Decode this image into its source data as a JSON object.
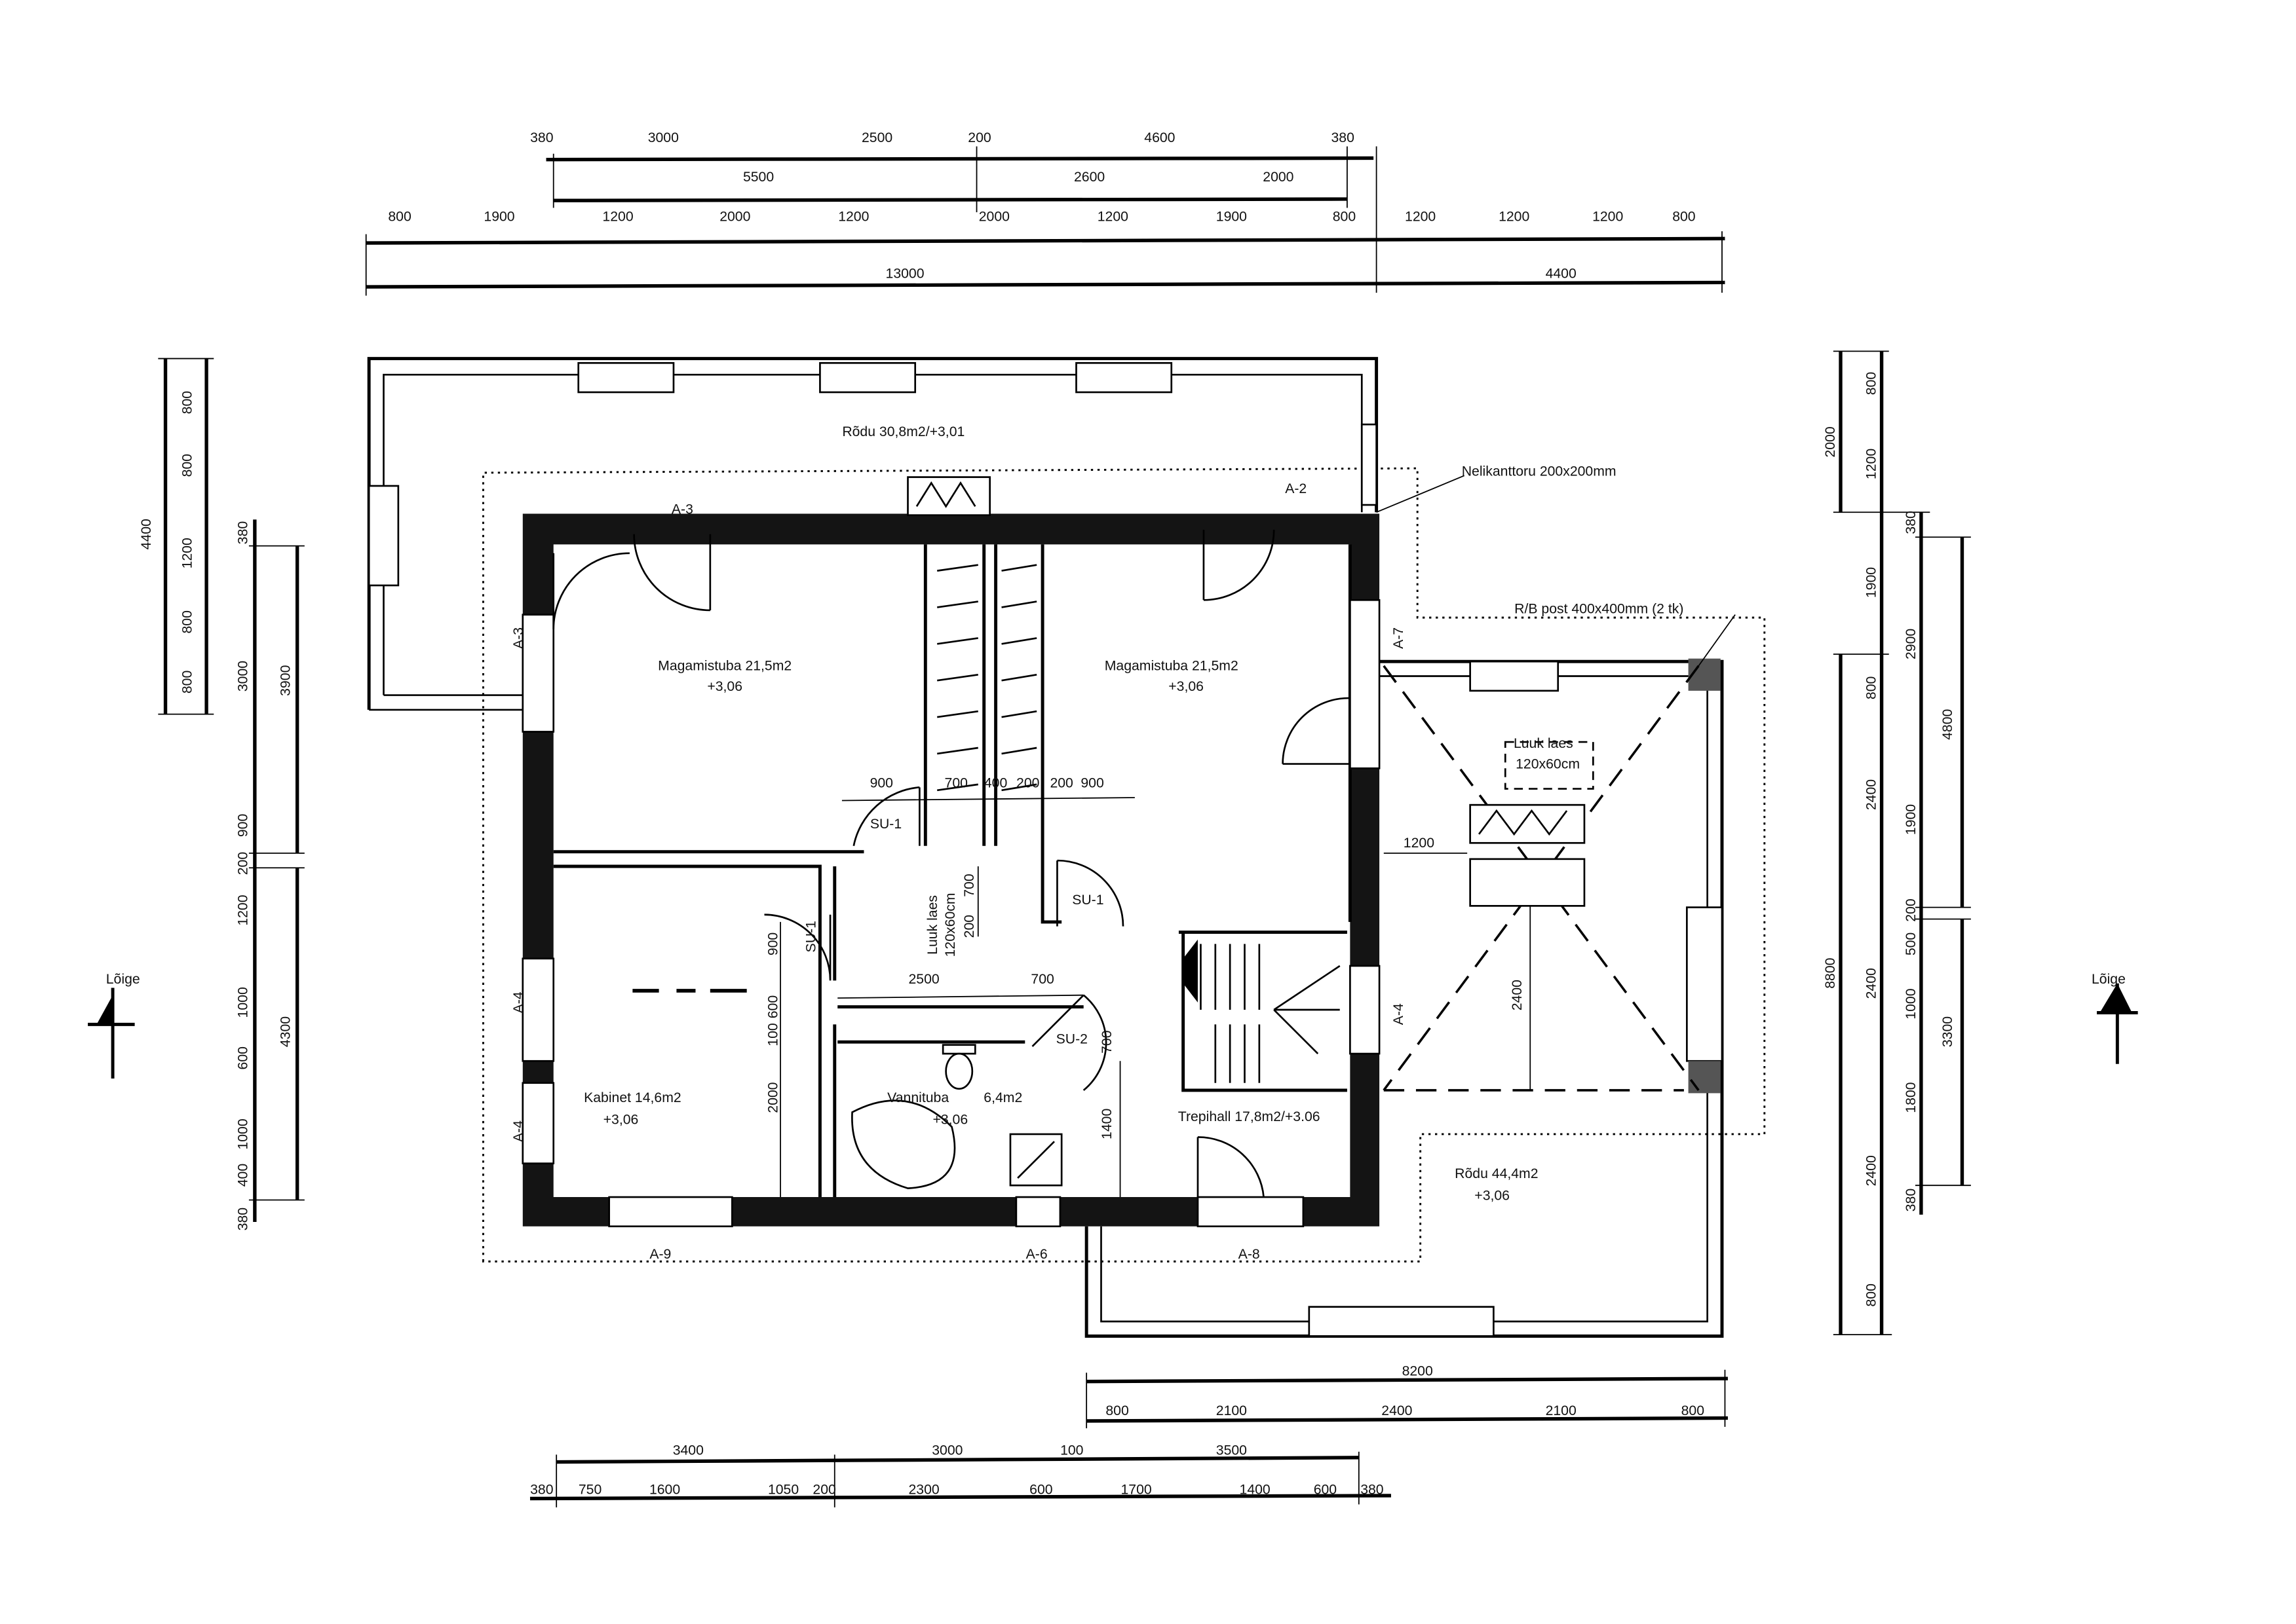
{
  "rooms": [
    {
      "name": "Rõdu 30,8m2/+3,01"
    },
    {
      "name": "Magamistuba 21,5m2",
      "level": "+3,06"
    },
    {
      "name": "Magamistuba 21,5m2",
      "level": "+3,06"
    },
    {
      "name": "Kabinet 14,6m2",
      "level": "+3,06"
    },
    {
      "name": "Vannituba",
      "area": "6,4m2",
      "level": "+3,06"
    },
    {
      "name": "Trepihall 17,8m2/+3.06"
    },
    {
      "name": "Rõdu 44,4m2",
      "level": "+3,06"
    }
  ],
  "annotations": {
    "chimney_pipe": "Nelikanttoru 200x200mm",
    "post": "R/B post 400x400mm (2 tk)",
    "hatch_1_title": "Luuk laes",
    "hatch_1_size": "120x60cm",
    "hatch_2_title": "Luuk laes",
    "hatch_2_size": "120x60cm",
    "section_left": "Lõige",
    "section_right": "Lõige"
  },
  "axis_labels": [
    "A-3",
    "A-2",
    "A-3",
    "A-7",
    "A-4",
    "A-4",
    "A-4",
    "A-9",
    "A-6",
    "A-8"
  ],
  "door_labels": [
    "SU-1",
    "SU-1",
    "SU-1",
    "SU-2"
  ],
  "dimensions": {
    "top_row1": [
      "380",
      "3000",
      "2500",
      "200",
      "4600",
      "380"
    ],
    "top_row2": [
      "5500",
      "2600",
      "2000"
    ],
    "top_row3": [
      "800",
      "1900",
      "1200",
      "2000",
      "1200",
      "2000",
      "1200",
      "1900",
      "800",
      "1200",
      "1200",
      "1200",
      "800"
    ],
    "top_total": [
      "13000",
      "4400"
    ],
    "left_outer": [
      "4400"
    ],
    "left_balcony": [
      "800",
      "800",
      "1200",
      "800",
      "800"
    ],
    "left_chain": [
      "380",
      "3000",
      "900",
      "200",
      "1200",
      "1000",
      "600",
      "1000",
      "400",
      "380"
    ],
    "left_rooms": [
      "3900",
      "4300"
    ],
    "right_outer": [
      "2000",
      "8800"
    ],
    "right_chain": [
      "800",
      "1200",
      "1900",
      "800",
      "2400",
      "2400",
      "2400",
      "800"
    ],
    "right_inner": [
      "380",
      "2900",
      "1900",
      "200",
      "500",
      "1000",
      "1800",
      "380"
    ],
    "right_rooms": [
      "4800",
      "3300"
    ],
    "bottom_total": [
      "8200"
    ],
    "bottom_balcony": [
      "800",
      "2100",
      "2400",
      "2100",
      "800"
    ],
    "bottom_rooms": [
      "3400",
      "3000",
      "100",
      "3500"
    ],
    "bottom_chain": [
      "380",
      "750",
      "1600",
      "1050",
      "200",
      "2300",
      "600",
      "1700",
      "1400",
      "600",
      "380"
    ],
    "interior_top": [
      "900",
      "700",
      "400",
      "200",
      "200",
      "900"
    ],
    "interior_hall": [
      "2500",
      "700",
      "700",
      "200"
    ],
    "interior_left": [
      "900",
      "600",
      "100",
      "2000"
    ],
    "interior_right": [
      "700",
      "1400"
    ],
    "balcony_right": [
      "1200",
      "2400"
    ]
  }
}
